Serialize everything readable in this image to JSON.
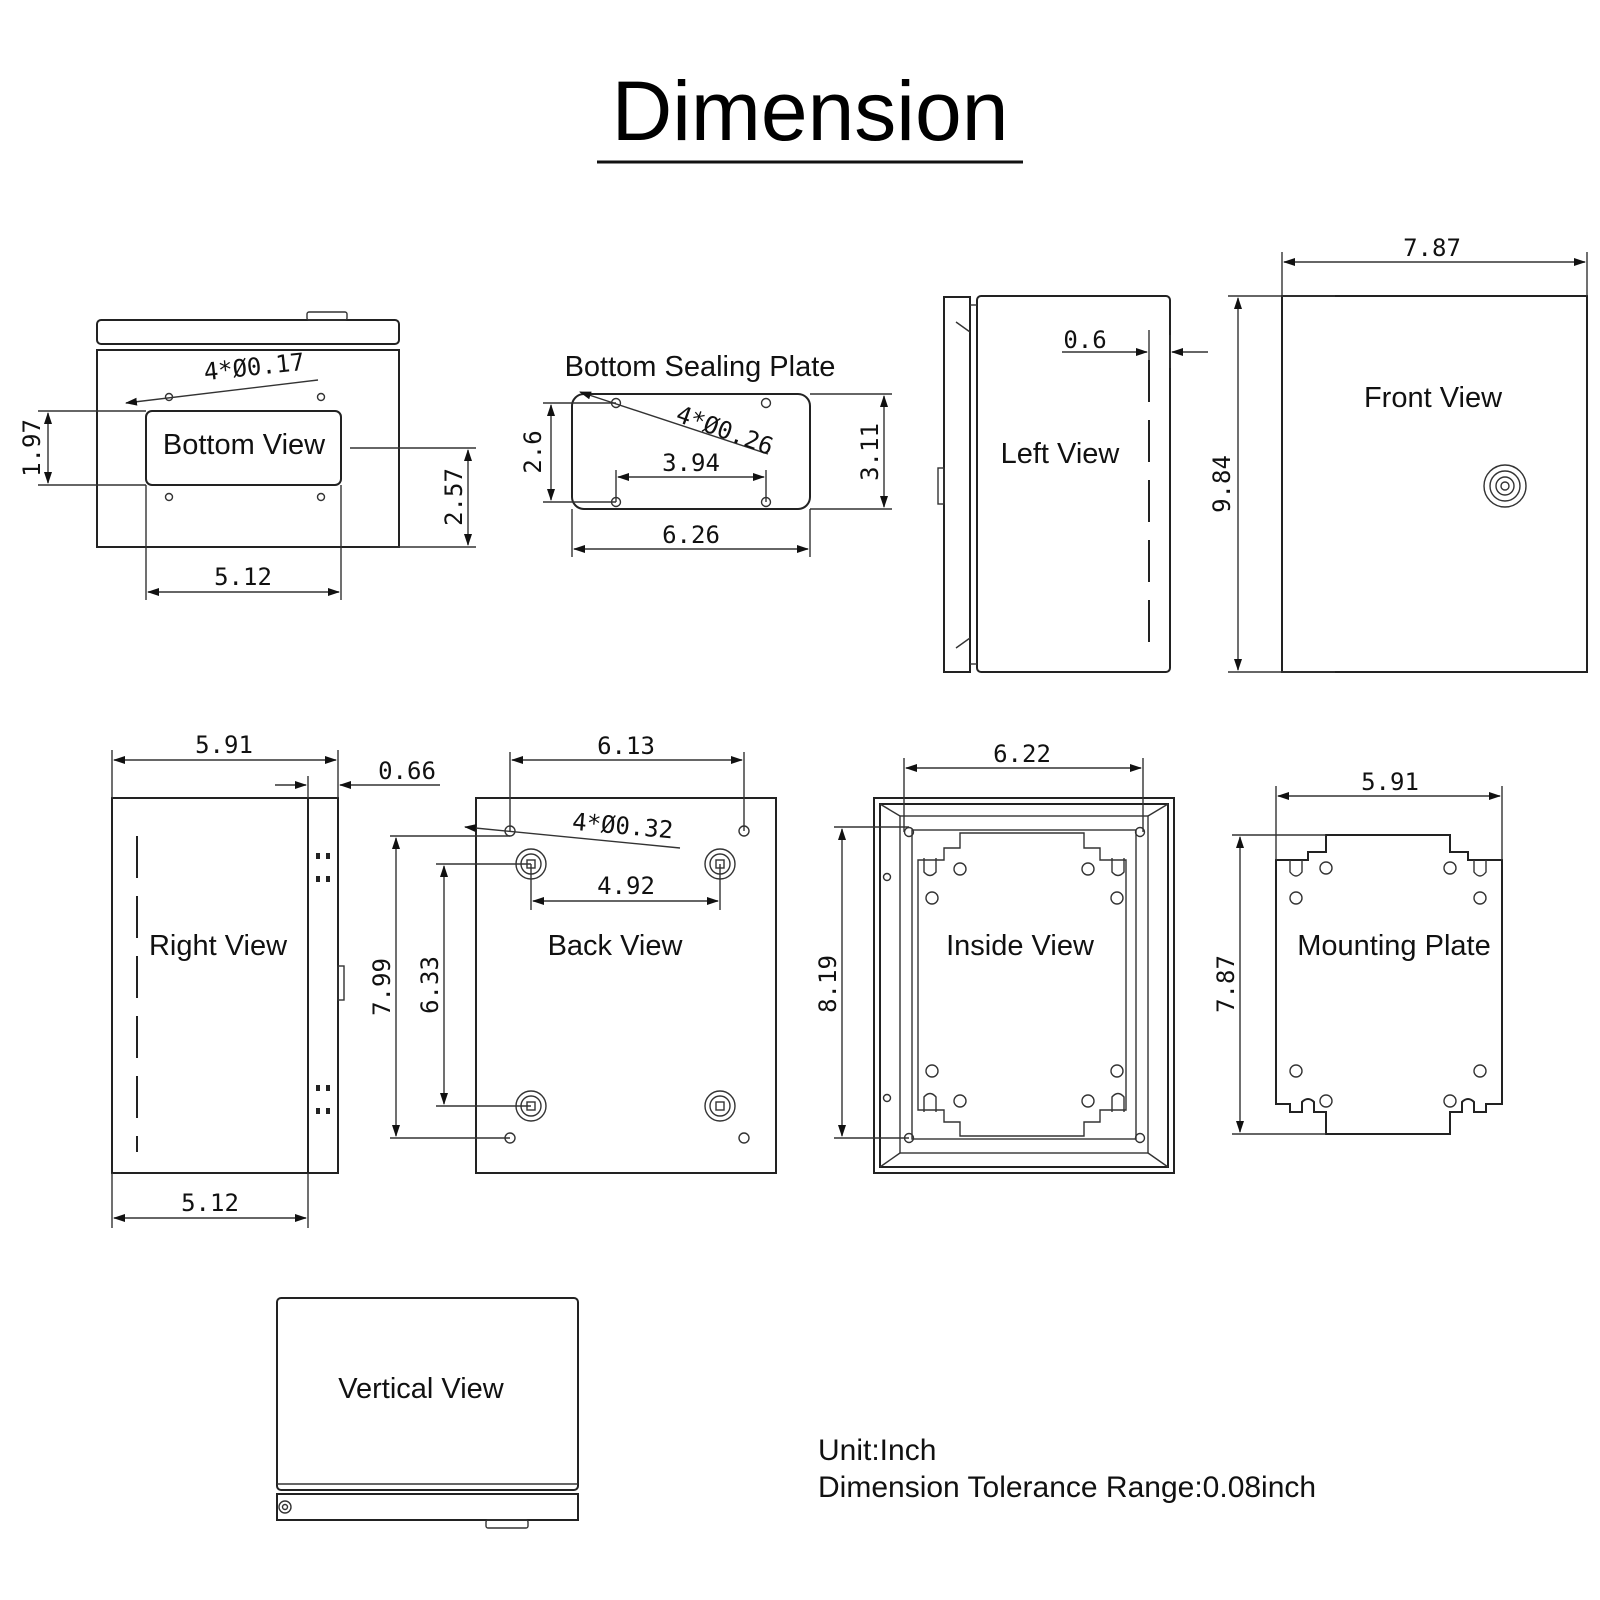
{
  "title": "Dimension",
  "views": {
    "bottom": "Bottom View",
    "bottom_sealing": "Bottom Sealing Plate",
    "left": "Left View",
    "front": "Front View",
    "right": "Right View",
    "back": "Back View",
    "inside": "Inside View",
    "mounting": "Mounting Plate",
    "vertical": "Vertical View"
  },
  "dims": {
    "bottom_holes": "4*Ø0.17",
    "bottom_h1": "1.97",
    "bottom_h2": "2.57",
    "bottom_w": "5.12",
    "seal_holes": "4*Ø0.26",
    "seal_h1": "2.6",
    "seal_h2": "3.11",
    "seal_w1": "3.94",
    "seal_w2": "6.26",
    "left_off": "0.6",
    "front_w": "7.87",
    "front_h": "9.84",
    "right_w1": "5.91",
    "right_off": "0.66",
    "right_w2": "5.12",
    "back_w1": "6.13",
    "back_holes": "4*Ø0.32",
    "back_w2": "4.92",
    "back_h1": "7.99",
    "back_h2": "6.33",
    "inside_w": "6.22",
    "inside_h": "8.19",
    "mount_w": "5.91",
    "mount_h": "7.87"
  },
  "notes": {
    "unit": "Unit:Inch",
    "tolerance": "Dimension Tolerance Range:0.08inch"
  }
}
